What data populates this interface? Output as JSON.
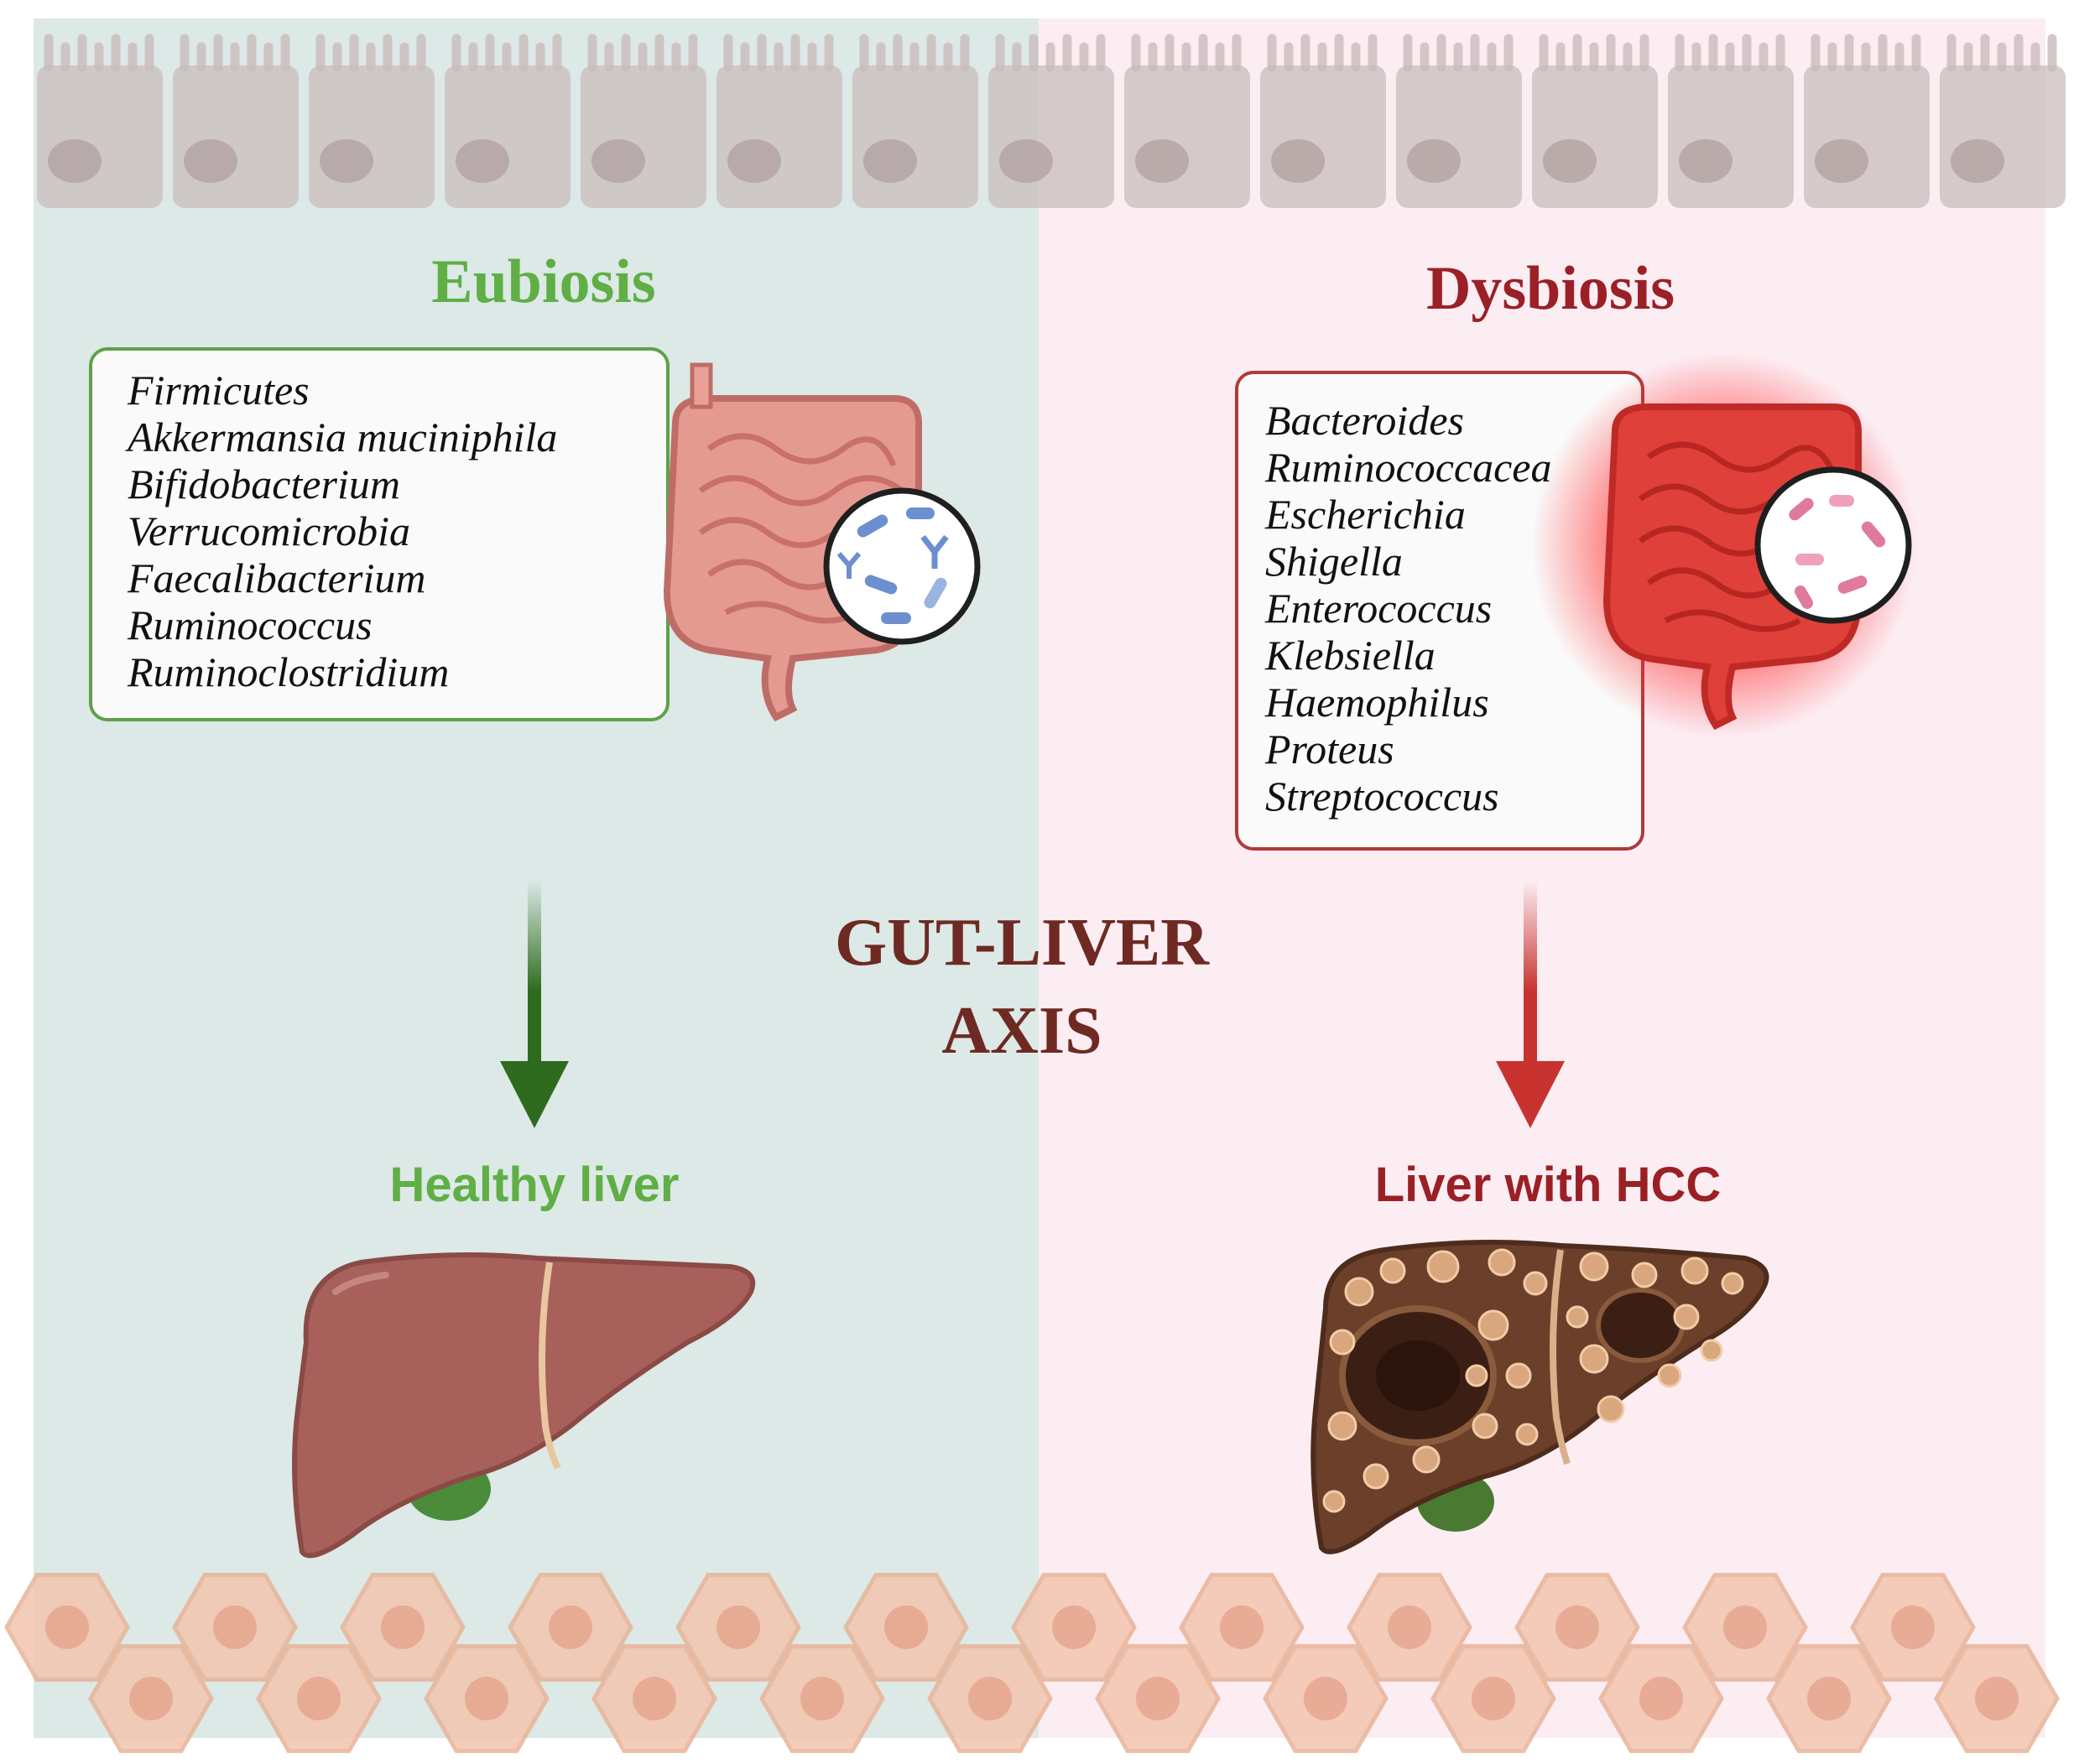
{
  "left": {
    "title": "Eubiosis",
    "bacteria": [
      "Firmicutes",
      "Akkermansia muciniphila",
      "Bifidobacterium",
      "Verrucomicrobia",
      "Faecalibacterium",
      "Ruminococcus",
      "Ruminoclostridium"
    ],
    "outcome": "Healthy liver"
  },
  "right": {
    "title": "Dysbiosis",
    "bacteria": [
      "Bacteroides",
      "Ruminococcacea",
      "Escherichia",
      "Shigella",
      "Enterococcus",
      "Klebsiella",
      "Haemophilus",
      "Proteus",
      "Streptococcus"
    ],
    "outcome": "Liver with HCC"
  },
  "center": {
    "line1": "GUT-LIVER",
    "line2": "AXIS"
  },
  "colors": {
    "left_bg": "#dce9e6",
    "right_bg": "#fcedf3",
    "green_text": "#5fae46",
    "green_arrow": "#2e6b1f",
    "red_text": "#9a2026",
    "red_arrow": "#c8332f",
    "axis_text": "#6e2a22",
    "liver": "#a8605a",
    "liver_hcc": "#6b3f2a",
    "epithelium": "#c9bcbb",
    "hepatocyte": "#f3c5ae"
  },
  "icons": [
    "intestine-icon",
    "microbe-magnifier-icon",
    "healthy-liver-icon",
    "hcc-liver-icon",
    "epithelial-cells-icon",
    "hepatocytes-icon"
  ]
}
